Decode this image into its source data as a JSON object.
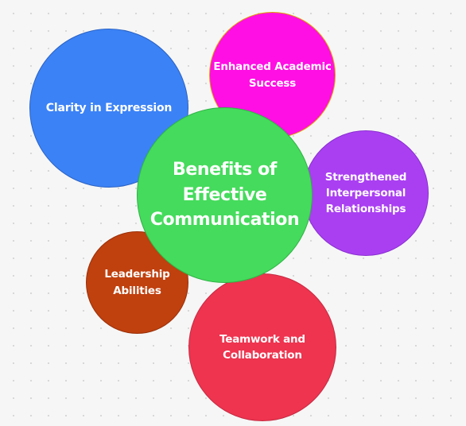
{
  "diagram": {
    "center": {
      "label": "Benefits of\nEffective\nCommunication",
      "color": "#45db5c"
    },
    "nodes": [
      {
        "id": "clarity",
        "label": "Clarity in Expression",
        "color": "#3b82f6"
      },
      {
        "id": "academic",
        "label": "Enhanced Academic\nSuccess",
        "color": "#ff0fe3"
      },
      {
        "id": "relationships",
        "label": "Strengthened\nInterpersonal\nRelationships",
        "color": "#aa3ff2"
      },
      {
        "id": "leadership",
        "label": "Leadership\nAbilities",
        "color": "#c0400e"
      },
      {
        "id": "teamwork",
        "label": "Teamwork and\nCollaboration",
        "color": "#ee344f"
      }
    ]
  }
}
